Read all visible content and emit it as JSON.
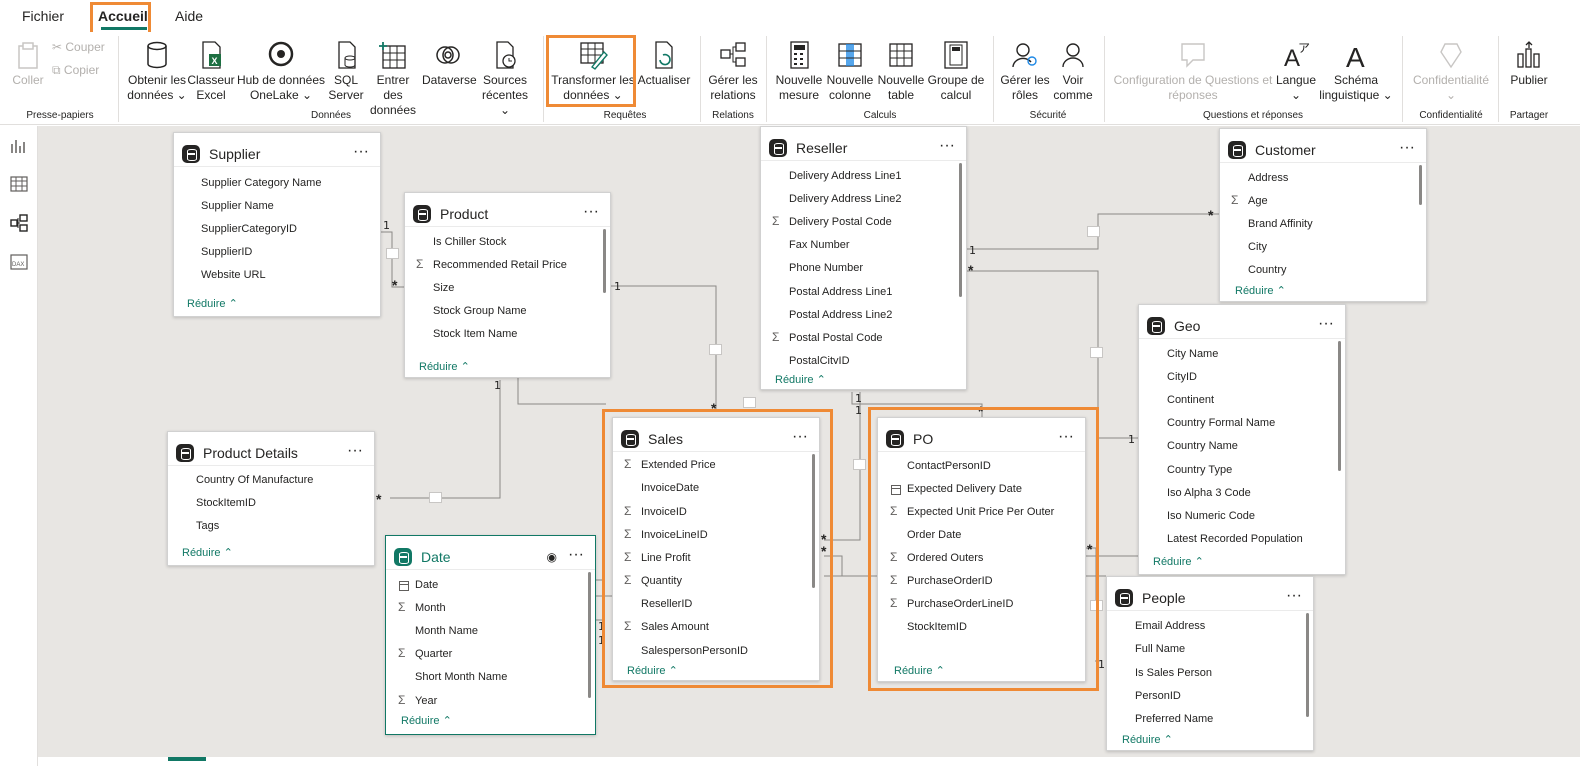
{
  "menu": {
    "items": [
      "Fichier",
      "Accueil",
      "Aide"
    ]
  },
  "ribbon": {
    "clipboard": {
      "paste": "Coller",
      "cut": "Couper",
      "copy": "Copier",
      "group": "Presse-papiers"
    },
    "data": {
      "get_data": [
        "Obtenir les",
        "données ⌄"
      ],
      "excel": [
        "Classeur",
        "Excel"
      ],
      "onelake": [
        "Hub de données",
        "OneLake ⌄"
      ],
      "sql": [
        "SQL",
        "Server"
      ],
      "enter": [
        "Entrer des",
        "données"
      ],
      "dataverse": [
        "Dataverse",
        ""
      ],
      "recent": [
        "Sources",
        "récentes ⌄"
      ],
      "group": "Données"
    },
    "queries": {
      "transform": [
        "Transformer les",
        "données ⌄"
      ],
      "refresh": [
        "Actualiser",
        ""
      ],
      "group": "Requêtes"
    },
    "relations": {
      "manage": [
        "Gérer les",
        "relations"
      ],
      "group": "Relations"
    },
    "calc": {
      "measure": [
        "Nouvelle",
        "mesure"
      ],
      "column": [
        "Nouvelle",
        "colonne"
      ],
      "table": [
        "Nouvelle",
        "table"
      ],
      "calcgroup": [
        "Groupe de",
        "calcul"
      ],
      "group": "Calculs"
    },
    "security": {
      "roles": [
        "Gérer les",
        "rôles"
      ],
      "view_as": [
        "Voir",
        "comme"
      ],
      "group": "Sécurité"
    },
    "qa": {
      "setup": [
        "Configuration de Questions et",
        "réponses"
      ],
      "language": [
        "Langue",
        "⌄"
      ],
      "schema": [
        "Schéma",
        "linguistique ⌄"
      ],
      "group": "Questions et réponses"
    },
    "privacy": {
      "label": [
        "Confidentialité",
        "⌄"
      ],
      "group": "Confidentialité"
    },
    "share": {
      "publish": [
        "Publier",
        ""
      ],
      "group": "Partager"
    }
  },
  "tables": {
    "supplier": {
      "title": "Supplier",
      "fields": [
        "Supplier Category Name",
        "Supplier Name",
        "SupplierCategoryID",
        "SupplierID",
        "Website URL"
      ],
      "collapse": "Réduire"
    },
    "product": {
      "title": "Product",
      "fields": [
        "Is Chiller Stock",
        "Recommended Retail Price",
        "Size",
        "Stock Group Name",
        "Stock Item Name"
      ],
      "collapse": "Réduire"
    },
    "reseller": {
      "title": "Reseller",
      "fields": [
        "Delivery Address Line1",
        "Delivery Address Line2",
        "Delivery Postal Code",
        "Fax Number",
        "Phone Number",
        "Postal Address Line1",
        "Postal Address Line2",
        "Postal Postal Code",
        "PostalCityID"
      ],
      "collapse": "Réduire"
    },
    "customer": {
      "title": "Customer",
      "fields": [
        "Address",
        "Age",
        "Brand Affinity",
        "City",
        "Country"
      ],
      "collapse": "Réduire"
    },
    "geo": {
      "title": "Geo",
      "fields": [
        "City Name",
        "CityID",
        "Continent",
        "Country Formal Name",
        "Country Name",
        "Country Type",
        "Iso Alpha 3 Code",
        "Iso Numeric Code",
        "Latest Recorded Population"
      ],
      "collapse": "Réduire"
    },
    "product_details": {
      "title": "Product Details",
      "fields": [
        "Country Of Manufacture",
        "StockItemID",
        "Tags"
      ],
      "collapse": "Réduire"
    },
    "sales": {
      "title": "Sales",
      "fields": [
        "Extended Price",
        "InvoiceDate",
        "InvoiceID",
        "InvoiceLineID",
        "Line Profit",
        "Quantity",
        "ResellerID",
        "Sales Amount",
        "SalespersonPersonID"
      ],
      "collapse": "Réduire"
    },
    "po": {
      "title": "PO",
      "fields": [
        "ContactPersonID",
        "Expected Delivery Date",
        "Expected Unit Price Per Outer",
        "Order Date",
        "Ordered Outers",
        "PurchaseOrderID",
        "PurchaseOrderLineID",
        "StockItemID"
      ],
      "collapse": "Réduire"
    },
    "date": {
      "title": "Date",
      "fields": [
        "Date",
        "Month",
        "Month Name",
        "Quarter",
        "Short Month Name",
        "Year"
      ],
      "collapse": "Réduire"
    },
    "people": {
      "title": "People",
      "fields": [
        "Email Address",
        "Full Name",
        "Is Sales Person",
        "PersonID",
        "Preferred Name"
      ],
      "collapse": "Réduire"
    }
  },
  "relationship_labels": {
    "one": "1",
    "many": "*"
  },
  "colors": {
    "accent": "#117865",
    "highlight": "#ef8a35",
    "canvas": "#e8e6e3"
  }
}
